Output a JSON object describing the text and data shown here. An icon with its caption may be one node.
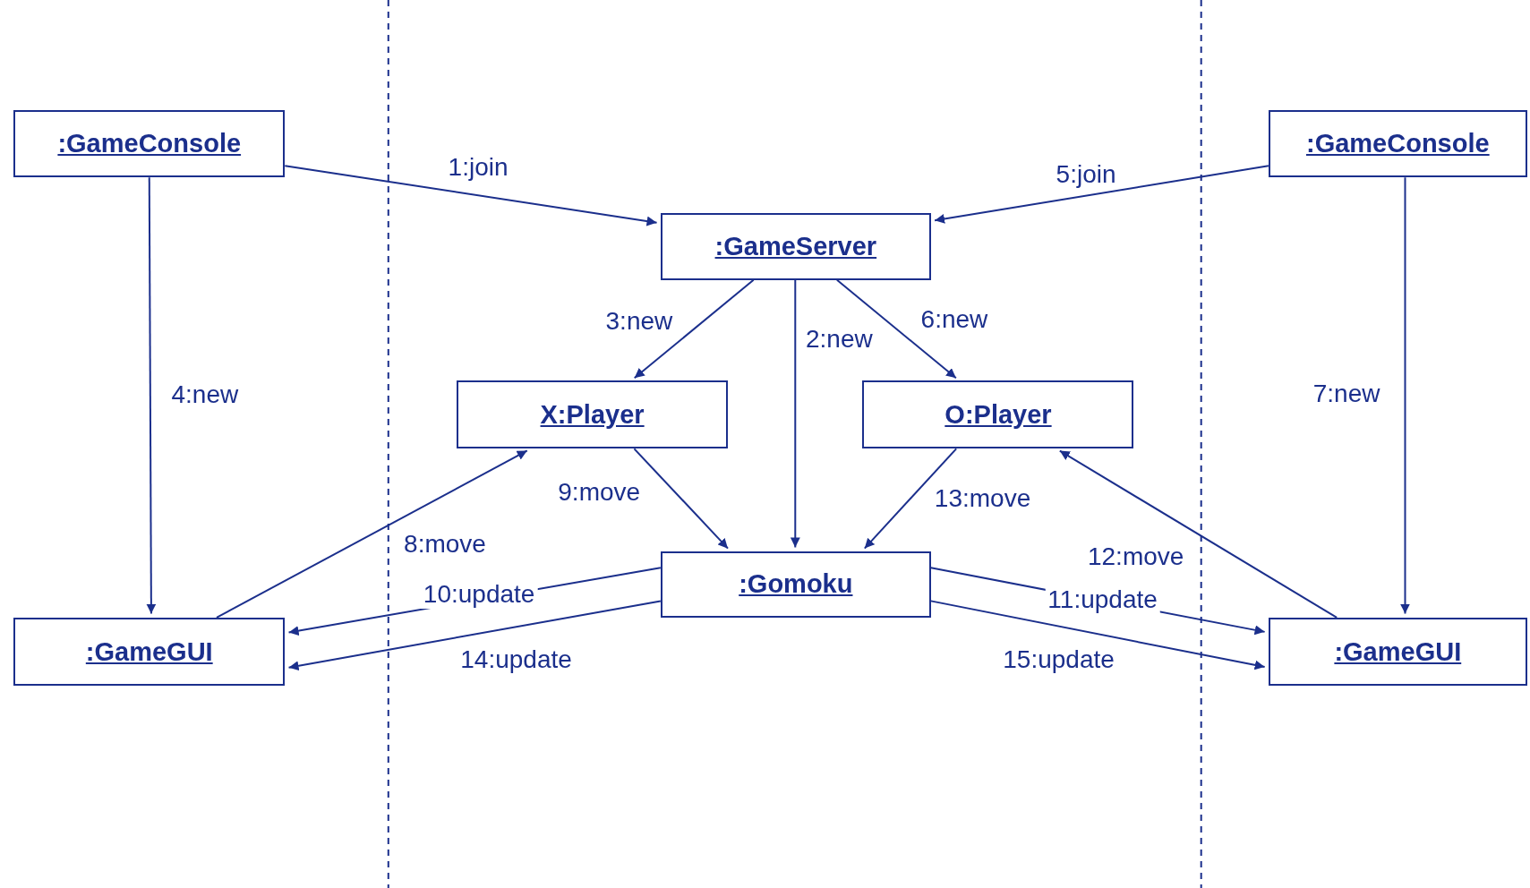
{
  "diagram": {
    "nodes": [
      {
        "text": [
          ":GameConsole"
        ]
      },
      {
        "text": [
          ":GameConsole"
        ]
      },
      {
        "text": [
          ":GameServer"
        ]
      },
      {
        "text": [
          "X:Player"
        ]
      },
      {
        "text": [
          "O:Player"
        ]
      },
      {
        "text": [
          ":Gomoku"
        ]
      },
      {
        "text": [
          ":GameGUI"
        ]
      },
      {
        "text": [
          ":GameGUI"
        ]
      }
    ],
    "edges": [
      {
        "from": 0,
        "to": 2,
        "arrow": "to",
        "label": "1:join"
      },
      {
        "from": 1,
        "to": 2,
        "arrow": "to",
        "label": "5:join"
      },
      {
        "from": 2,
        "to": 3,
        "arrow": "to",
        "label": "3:new"
      },
      {
        "from": 2,
        "to": 5,
        "arrow": "to",
        "label": "2:new"
      },
      {
        "from": 2,
        "to": 4,
        "arrow": "to",
        "label": "6:new"
      },
      {
        "from": 0,
        "to": 6,
        "arrow": "to",
        "label": "4:new"
      },
      {
        "from": 1,
        "to": 7,
        "arrow": "to",
        "label": "7:new"
      },
      {
        "from": 6,
        "to": 3,
        "arrow": "to",
        "label": "8:move"
      },
      {
        "from": 3,
        "to": 5,
        "arrow": "to",
        "label": "9:move"
      },
      {
        "from": 4,
        "to": 5,
        "arrow": "to",
        "label": "13:move"
      },
      {
        "from": 7,
        "to": 4,
        "arrow": "to",
        "label": "12:move"
      },
      {
        "from": 5,
        "to": 6,
        "arrow": "to",
        "label": "10:update"
      },
      {
        "from": 5,
        "to": 6,
        "arrow": "to",
        "label": "14:update"
      },
      {
        "from": 5,
        "to": 7,
        "arrow": "to",
        "label": "11:update"
      },
      {
        "from": 5,
        "to": 7,
        "arrow": "to",
        "label": "15:update"
      }
    ]
  }
}
